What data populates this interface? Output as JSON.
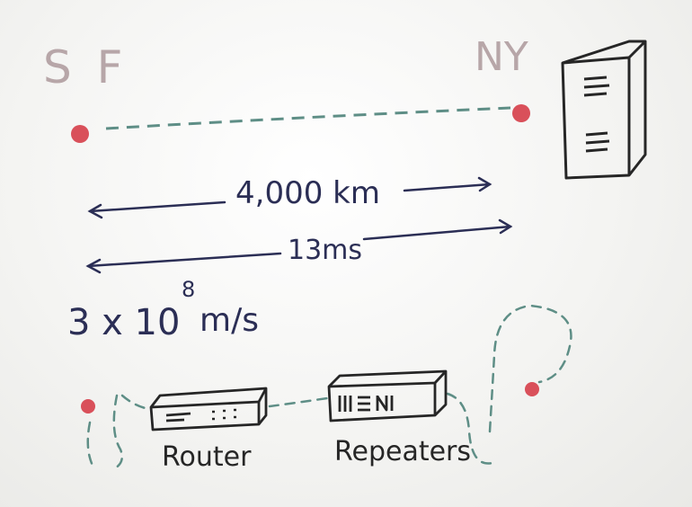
{
  "labels": {
    "origin_city": "S F",
    "destination_city": "NY",
    "distance": "4,000 km",
    "latency": "13ms",
    "speed_base": "3 x 10",
    "speed_exponent": "8",
    "speed_unit": "m/s",
    "router": "Router",
    "repeaters": "Repeaters"
  },
  "colors": {
    "node_dot": "#d9505a",
    "city_label": "#b7a6a8",
    "link_dash": "#5e8e86",
    "ink": "#2b2e55",
    "sketch": "#262626"
  }
}
